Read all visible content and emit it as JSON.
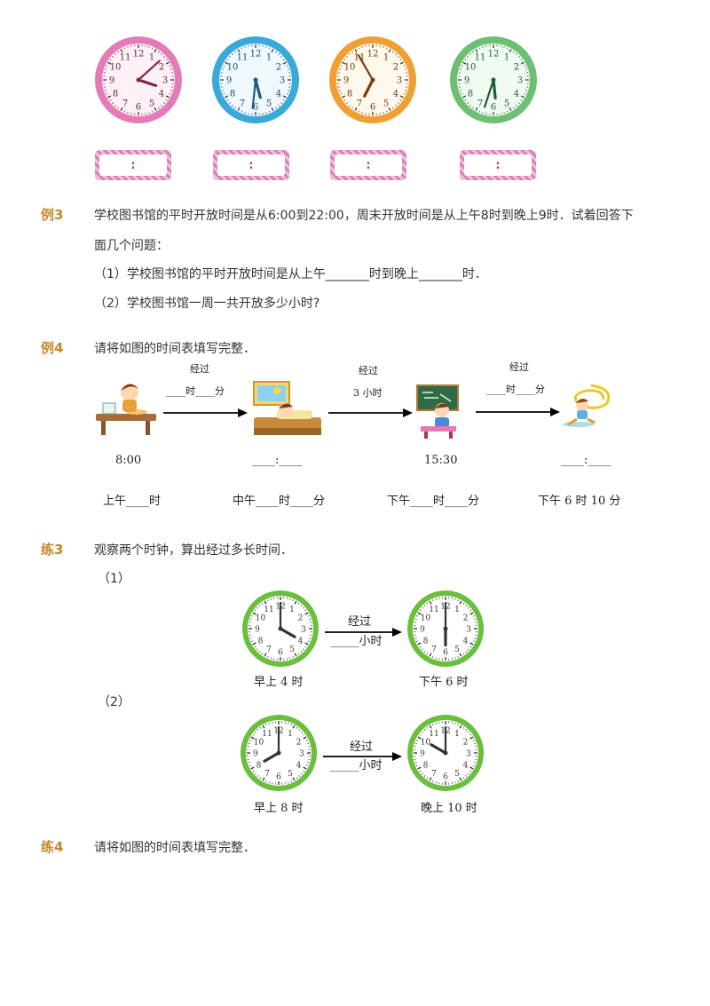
{
  "top_clocks": {
    "clocks": [
      {
        "hour": 3.6,
        "minute": 8,
        "ring": "#e57bb6",
        "face": "#fdf0f6",
        "hands": "#7a2a48",
        "nums": "#5a2a3a"
      },
      {
        "hour": 5.5,
        "minute": 31,
        "ring": "#3aa8d8",
        "face": "#eef8fd",
        "hands": "#1b5a86",
        "nums": "#1b4a6a"
      },
      {
        "hour": 6.9,
        "minute": 55,
        "ring": "#f0a033",
        "face": "#fff8ec",
        "hands": "#7a3a10",
        "nums": "#6a3a10"
      },
      {
        "hour": 5.8,
        "minute": 33,
        "ring": "#6dbf73",
        "face": "#f0faf0",
        "hands": "#1f5a3a",
        "nums": "#1f5a3a"
      }
    ],
    "boxes": [
      ":",
      ":",
      ":",
      ":"
    ]
  },
  "ex3": {
    "label": "例3",
    "line1": "学校图书馆的平时开放时间是从6:00到22:00，周末开放时间是从上午8时到晚上9时．试着回答下",
    "line2": "面几个问题：",
    "q1": "（1）学校图书馆的平时开放时间是从上午_______时到晚上_______时．",
    "q2": "（2）学校图书馆一周一共开放多少小时?"
  },
  "ex4": {
    "label": "例4",
    "instruction": "请将如图的时间表填写完整．",
    "arrow1": {
      "top": "经过",
      "bottom": "____时____分"
    },
    "arrow2": {
      "top": "经过",
      "bottom": "3 小时"
    },
    "arrow3": {
      "top": "经过",
      "bottom": "____时____分"
    },
    "times": [
      "8:00",
      "____:____",
      "15:30",
      "____:____"
    ],
    "periods": [
      "上午____时",
      "中午____时____分",
      "下午____时____分",
      "下午 6 时 10 分"
    ]
  },
  "pr3": {
    "label": "练3",
    "instruction": "观察两个时钟，算出经过多长时间．",
    "part1": "（1）",
    "part2": "（2）",
    "pair1": {
      "left_time": "早上 4 时",
      "right_time": "下午 6 时",
      "arrow_top": "经过",
      "arrow_bottom": "_____小时",
      "left_hour": 4,
      "right_hour": 6
    },
    "pair2": {
      "left_time": "早上 8 时",
      "right_time": "晚上 10 时",
      "arrow_top": "经过",
      "arrow_bottom": "_____小时",
      "left_hour": 8,
      "right_hour": 10
    }
  },
  "pr4": {
    "label": "练4",
    "instruction": "请将如图的时间表填写完整．"
  }
}
